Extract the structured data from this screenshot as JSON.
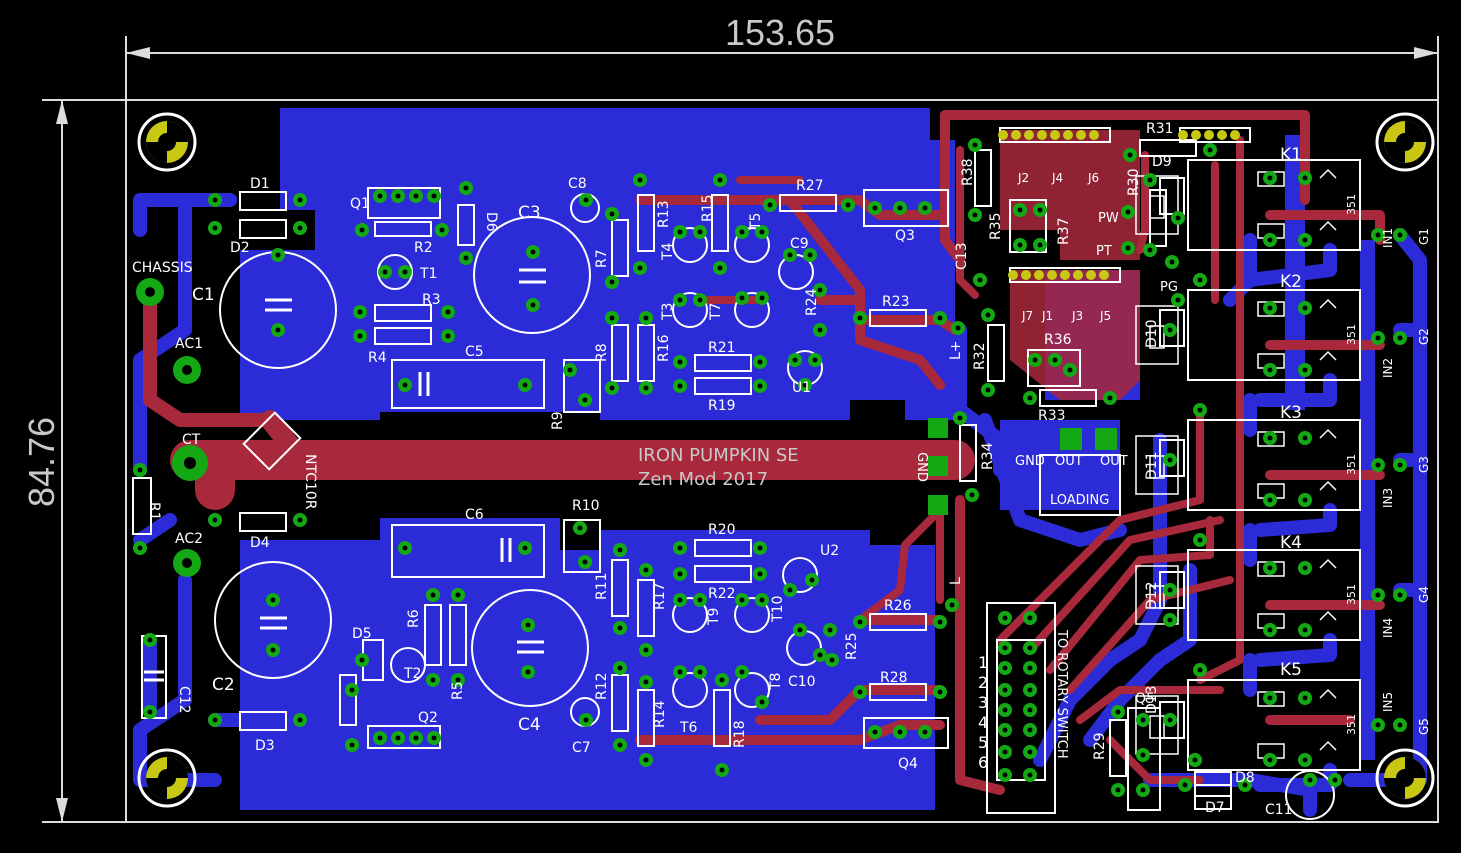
{
  "dimensions": {
    "width_label": "153.65",
    "height_label": "84.76"
  },
  "title": {
    "line1": "IRON PUMPKIN SE",
    "line2": "Zen Mod 2017"
  },
  "colors": {
    "background": "#000000",
    "outline": "#dcdcdc",
    "bottom_copper": "#2b2bd8",
    "top_copper": "#a8283c",
    "pad": "#14a814",
    "mount_hole": "#c8c814",
    "silk": "#ffffff",
    "silk_grey": "#c8c8c8"
  },
  "connectors": {
    "chassis": "CHASSIS",
    "ac1": "AC1",
    "ct": "CT",
    "ac2": "AC2",
    "ntc": "NTC10R",
    "gnd": "GND",
    "out_gnd": "GND",
    "out1": "OUT",
    "out2": "OUT",
    "loading": "LOADING",
    "pw": "PW",
    "pt": "PT",
    "rotary": "TO ROTARY SWITCH"
  },
  "parts": {
    "c1": "C1",
    "c2": "C2",
    "c3": "C3",
    "c4": "C4",
    "c5": "C5",
    "c6": "C6",
    "c7": "C7",
    "c8": "C8",
    "c9": "C9",
    "c10": "C10",
    "c11": "C11",
    "c12": "C12",
    "c13": "C13",
    "d1": "D1",
    "d2": "D2",
    "d3": "D3",
    "d4": "D4",
    "d5": "D5",
    "d6": "D6",
    "d7": "D7",
    "d8": "D8",
    "d9": "D9",
    "d10": "D10",
    "d11": "D11",
    "d12": "D12",
    "d13": "D13",
    "r1": "R1",
    "r2": "R2",
    "r3": "R3",
    "r4": "R4",
    "r5": "R5",
    "r6": "R6",
    "r7": "R7",
    "r8": "R8",
    "r9": "R9",
    "r10": "R10",
    "r11": "R11",
    "r12": "R12",
    "r13": "R13",
    "r14": "R14",
    "r15": "R15",
    "r16": "R16",
    "r17": "R17",
    "r18": "R18",
    "r19": "R19",
    "r20": "R20",
    "r21": "R21",
    "r22": "R22",
    "r23": "R23",
    "r24": "R24",
    "r25": "R25",
    "r26": "R26",
    "r27": "R27",
    "r28": "R28",
    "r29": "R29",
    "r30": "R30",
    "r31": "R31",
    "r32": "R32",
    "r33": "R33",
    "r34": "R34",
    "r35": "R35",
    "r36": "R36",
    "r37": "R37",
    "r38": "R38",
    "q1": "Q1",
    "q2": "Q2",
    "q3": "Q3",
    "q4": "Q4",
    "q5": "Q5",
    "t1": "T1",
    "t2": "T2",
    "t3": "T3",
    "t4": "T4",
    "t5": "T5",
    "t6": "T6",
    "t7": "T7",
    "t8": "T8",
    "t9": "T9",
    "t10": "T10",
    "u1": "U1",
    "u2": "U2",
    "j1": "J1",
    "j2": "J2",
    "j3": "J3",
    "j4": "J4",
    "j5": "J5",
    "j6": "J6",
    "j7": "J7",
    "pg": "PG",
    "k1": "K1",
    "k2": "K2",
    "k3": "K3",
    "k4": "K4",
    "k5": "K5",
    "in1": "IN1",
    "in2": "IN2",
    "in3": "IN3",
    "in4": "IN4",
    "in5": "IN5",
    "g1": "G1",
    "g2": "G2",
    "g3": "G3",
    "g4": "G4",
    "g5": "G5",
    "relay_code": "351",
    "ln": "L",
    "lp": "L+",
    "pwr_plus": "+",
    "rot_digits": [
      "1",
      "2",
      "3",
      "4",
      "5",
      "6"
    ]
  }
}
